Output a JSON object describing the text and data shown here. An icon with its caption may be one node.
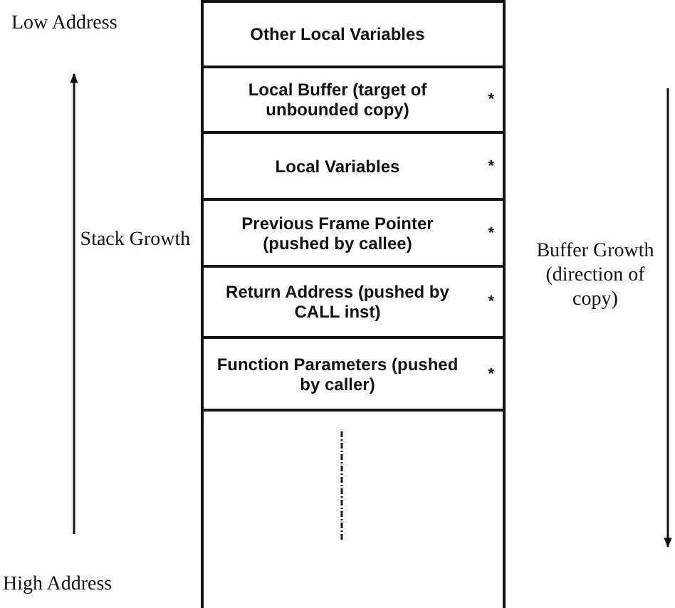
{
  "diagram": {
    "nodes": [
      {
        "text": [
          "Other Local Variables"
        ]
      },
      {
        "text": [
          "Local Buffer (target of unbounded copy)",
          "*"
        ]
      },
      {
        "text": [
          "Local Variables",
          "*"
        ]
      },
      {
        "text": [
          "Previous Frame Pointer (pushed by callee)",
          "*"
        ]
      },
      {
        "text": [
          "Return Address (pushed by CALL inst)",
          "*"
        ]
      },
      {
        "text": [
          "Function Parameters (pushed by caller)",
          "*"
        ]
      },
      {
        "text": [],
        "shape": "box"
      }
    ],
    "labels": [
      "Low Address",
      "Stack Growth",
      "Buffer Growth (direction of copy)",
      "High Address"
    ]
  }
}
